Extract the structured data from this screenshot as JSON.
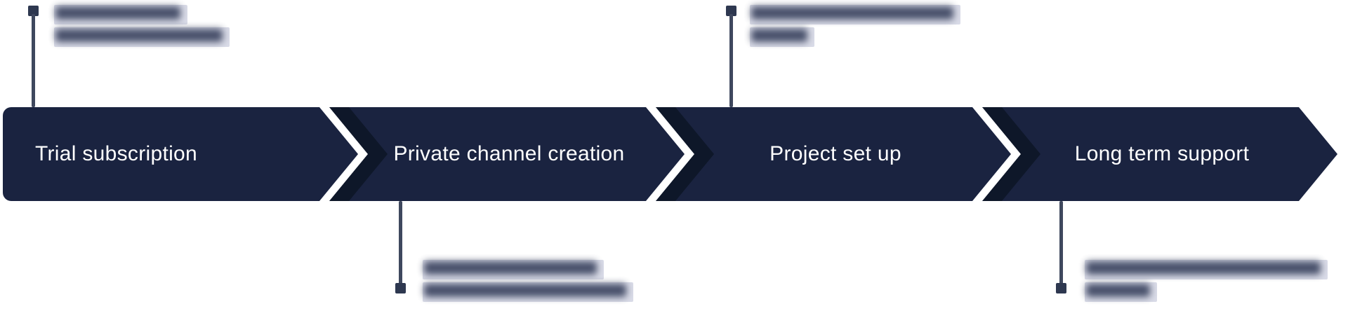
{
  "diagram": {
    "type": "process-flow",
    "steps": [
      {
        "label": "Trial subscription"
      },
      {
        "label": "Private channel creation"
      },
      {
        "label": "Project set up"
      },
      {
        "label": "Long term support"
      }
    ]
  },
  "annotations": [
    {
      "id": "annotation-1",
      "attached_to": "Trial subscription",
      "placement": "top",
      "redacted": true,
      "lines": 2
    },
    {
      "id": "annotation-2",
      "attached_to": "Project set up",
      "placement": "top",
      "redacted": true,
      "lines": 2
    },
    {
      "id": "annotation-3",
      "attached_to": "Private channel creation",
      "placement": "bottom",
      "redacted": true,
      "lines": 2
    },
    {
      "id": "annotation-4",
      "attached_to": "Long term support",
      "placement": "bottom",
      "redacted": true,
      "lines": 2
    }
  ],
  "colors": {
    "chevron_fill": "#1a2340",
    "chevron_shade": "#0e1729",
    "step_text": "#ffffff",
    "connector_line": "#3f485e",
    "marker": "#2e3850",
    "redaction_highlight": "#d9dbe7",
    "redaction_ink": "#39425e",
    "background": "#ffffff"
  }
}
